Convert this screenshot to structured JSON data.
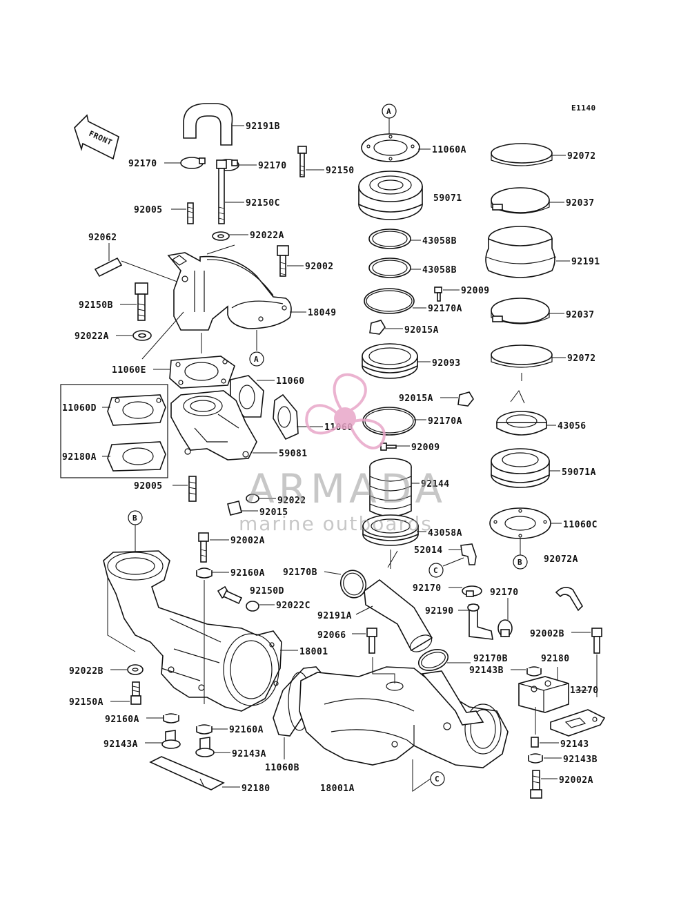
{
  "diagram_code": "E1140",
  "front_label": "FRONT",
  "watermark": {
    "brand": "ARMADA",
    "tagline": "marine outboards",
    "color": "#e8a6c8"
  },
  "ref_markers": [
    "A",
    "A",
    "B",
    "B",
    "C",
    "C"
  ],
  "labels": {
    "p92191B": "92191B",
    "p92170_l": "92170",
    "p92170_r": "92170",
    "p92150": "92150",
    "p92005_a": "92005",
    "p92150C": "92150C",
    "p92062": "92062",
    "p92022A_a": "92022A",
    "p92002": "92002",
    "p92150B": "92150B",
    "p18049": "18049",
    "p92022A_b": "92022A",
    "p11060E": "11060E",
    "p11060": "11060",
    "p11060D": "11060D",
    "p11060_b": "11060",
    "p92180A": "92180A",
    "p59081": "59081",
    "p92005_b": "92005",
    "p92022": "92022",
    "p92015": "92015",
    "p11060A": "11060A",
    "p59071": "59071",
    "p43058B_a": "43058B",
    "p43058B_b": "43058B",
    "p92009_a": "92009",
    "p92170A_a": "92170A",
    "p92015A_a": "92015A",
    "p92093": "92093",
    "p92015A_b": "92015A",
    "p92170A_b": "92170A",
    "p92009_b": "92009",
    "p92144": "92144",
    "p43058A": "43058A",
    "p52014": "52014",
    "p92072_a": "92072",
    "p92037_a": "92037",
    "p92191": "92191",
    "p92037_b": "92037",
    "p92072_b": "92072",
    "p43056": "43056",
    "p59071A": "59071A",
    "p11060C": "11060C",
    "p92072A": "92072A",
    "p92002A_a": "92002A",
    "p92160A_a": "92160A",
    "p92150D": "92150D",
    "p92022C": "92022C",
    "p92170B_a": "92170B",
    "p92191A": "92191A",
    "p92066": "92066",
    "p92170_c": "92170",
    "p92190": "92190",
    "p92170_d": "92170",
    "p18001": "18001",
    "p92022B": "92022B",
    "p92150A": "92150A",
    "p92160A_b": "92160A",
    "p92160A_c": "92160A",
    "p92143A_a": "92143A",
    "p92143A_b": "92143A",
    "p11060B": "11060B",
    "p92180": "92180",
    "p18001A": "18001A",
    "p92170B_b": "92170B",
    "p92143B_a": "92143B",
    "p92180_b": "92180",
    "p92002B": "92002B",
    "p13270": "13270",
    "p92143": "92143",
    "p92143B_b": "92143B",
    "p92002A_b": "92002A"
  }
}
